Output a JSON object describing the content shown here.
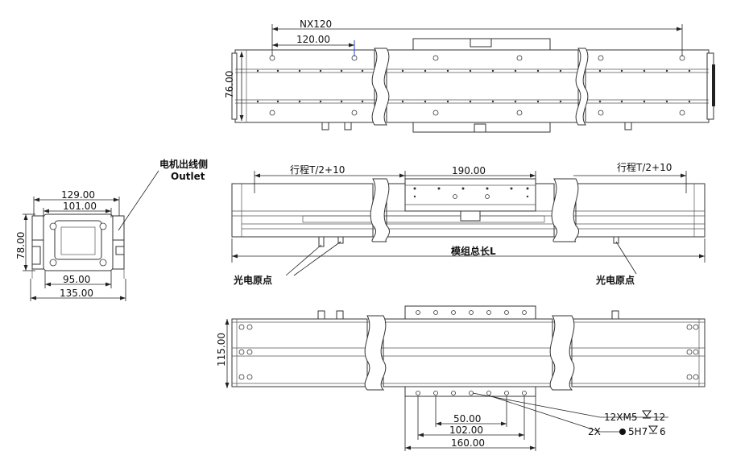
{
  "top_view": {
    "pitch_label": "NX120",
    "spacing_label": "120.00",
    "height_label": "76.00"
  },
  "side_view": {
    "left_stroke_label": "行程T/2+10",
    "carriage_label": "190.00",
    "right_stroke_label": "行程T/2+10",
    "total_length_label": "模组总长L",
    "left_sensor_label": "光电原点",
    "right_sensor_label": "光电原点"
  },
  "end_view": {
    "outlet_cn": "电机出线侧",
    "outlet_en": "Outlet",
    "width_129_label": "129.00",
    "width_101_label": "101.00",
    "height_78_label": "78.00",
    "width_95_label": "95.00",
    "width_135_label": "135.00"
  },
  "bottom_view": {
    "height_115_label": "115.00",
    "hole_50_label": "50.00",
    "hole_102_label": "102.00",
    "hole_160_label": "160.00",
    "thread_callout": "12XM5",
    "thread_depth": "12",
    "pin_count": "2X",
    "pin_callout": "5H7",
    "pin_depth": "6"
  }
}
